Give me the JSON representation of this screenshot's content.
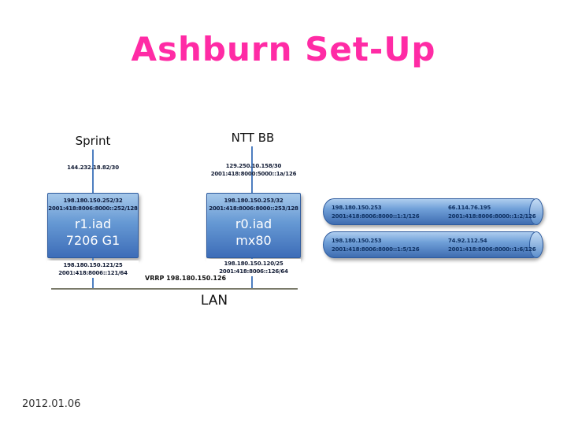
{
  "slide": {
    "title": "Ashburn Set-Up",
    "date": "2012.01.06",
    "lan_label": "LAN",
    "vrrp_label": "VRRP 198.180.150.126"
  },
  "providers": [
    {
      "name": "Sprint",
      "circuit": [
        "144.232.18.82/30"
      ]
    },
    {
      "name": "NTT BB",
      "circuit": [
        "129.250.10.158/30",
        "2001:418:8000:5000::1a/126"
      ]
    }
  ],
  "routers": [
    {
      "loopback_v4": "198.180.150.252/32",
      "loopback_v6": "2001:418:8006:8000::252/128",
      "name": "r1.iad",
      "model": "7206 G1",
      "lan_v4": "198.180.150.121/25",
      "lan_v6": "2001:418:8006::121/64"
    },
    {
      "loopback_v4": "198.180.150.253/32",
      "loopback_v6": "2001:418:8006:8000::253/128",
      "name": "r0.iad",
      "model": "mx80",
      "lan_v4": "198.180.150.120/25",
      "lan_v6": "2001:418:8006::126/64"
    }
  ],
  "tunnels": [
    {
      "left_v4": "198.180.150.253",
      "left_v6": "2001:418:8006:8000::1:1/126",
      "right_v4": "66.114.76.195",
      "right_v6": "2001:418:8006:8000::1:2/126"
    },
    {
      "left_v4": "198.180.150.253",
      "left_v6": "2001:418:8006:8000::1:5/126",
      "right_v4": "74.92.112.54",
      "right_v6": "2001:418:8006:8000::1:6/126"
    }
  ],
  "colors": {
    "title_pink": "#ff2ba5",
    "line_blue": "#4d7ec0",
    "box_blue": "#3d6db8",
    "text_navy": "#0f3264"
  }
}
